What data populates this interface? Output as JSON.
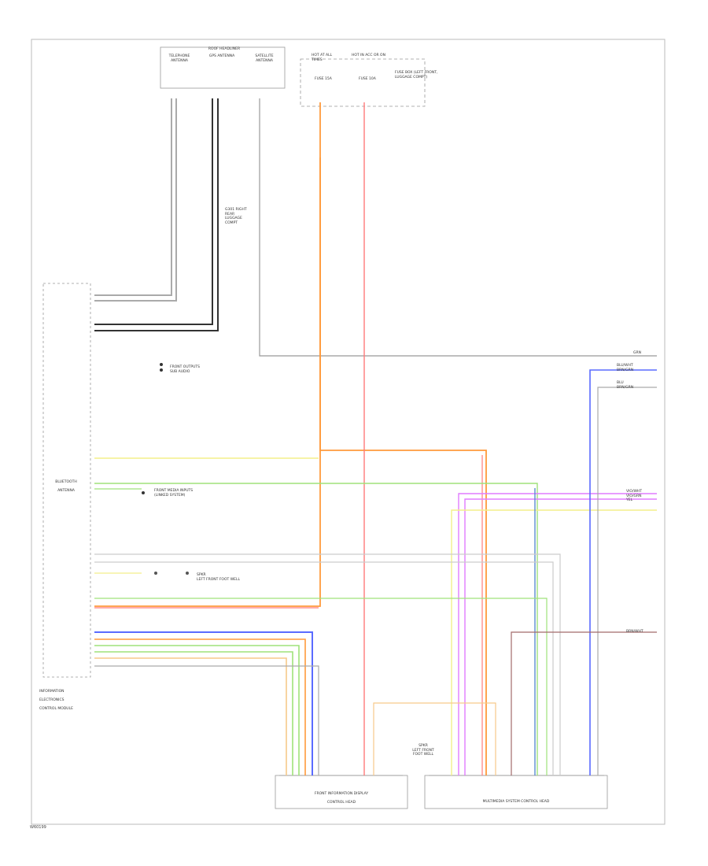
{
  "modules": {
    "bluetooth": {
      "lines": [
        "BLUETOOTH",
        "ANTENNA"
      ]
    },
    "infotainment_left": {
      "lines": [
        "INFORMATION",
        "ELECTRONICS",
        "CONTROL MODULE"
      ]
    },
    "front_infotainment": {
      "lines": [
        "FRONT INFORMATION DISPLAY",
        "CONTROL HEAD"
      ]
    },
    "multimedia": {
      "lines": [
        "MULTIMEDIA SYSTEM CONTROL HEAD"
      ]
    }
  },
  "top_splice": {
    "title": "ROOF HEADLINER",
    "connectors": [
      "TELEPHONE ANTENNA",
      "GPS ANTENNA",
      "SATELLITE ANTENNA"
    ]
  },
  "fuse_box": {
    "heads": [
      "HOT AT ALL TIMES",
      "HOT IN ACC OR ON"
    ],
    "fuse_labels": [
      "FUSE 15A",
      "FUSE 10A"
    ],
    "side_label": "FUSE BOX (LEFT FRONT, LUGGAGE COMPT)"
  },
  "ground_ref": "G301 RIGHT REAR LUGGAGE COMPT",
  "labels": {
    "front_outputs": "FRONT OUTPUTS\nSUB AUDIO",
    "front_media": "FRONT MEDIA INPUTS\n(LINKED SYSTEM)",
    "front_speaker": "SPKR\nLEFT FRONT FOOT WELL",
    "splice_bottom": "SPKR\nLEFT FRONT\nFOOT WELL"
  },
  "right_tags": {
    "t1": "GRN",
    "t2": "BLU/WHT\nBRN/GRN",
    "t3": "BLU\nBRN/GRN",
    "t4": "VIO/WHT\nVIO/GRN\nYEL",
    "t5": "BRN/WHT"
  },
  "footer": "W60199",
  "wire_colors": {
    "black": "#333333",
    "gray": "#aaaaaa",
    "orange": "#ff9a3c",
    "red": "#ff7a7a",
    "yellow": "#f3ef8a",
    "green": "#9fe27a",
    "blue": "#5a6bff",
    "violet": "#e07cff",
    "brown": "#a26b6b"
  }
}
